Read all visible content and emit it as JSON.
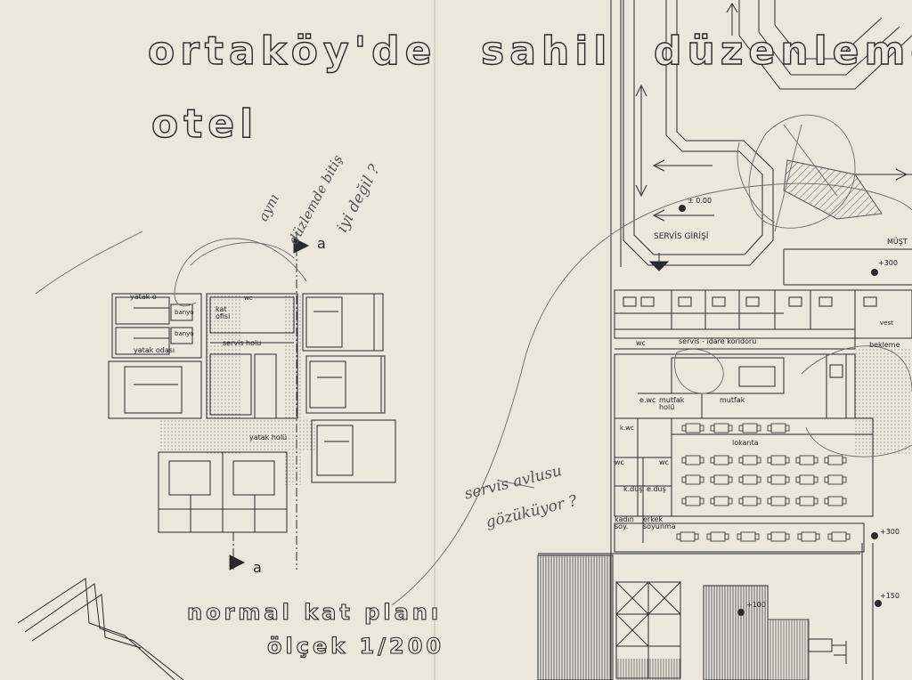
{
  "title": {
    "line1": {
      "word1": "ortaköy'de",
      "word2": "sahil",
      "word3": "düzenleme"
    },
    "line2": "otel"
  },
  "plan_caption": {
    "name": "normal kat planı",
    "scale": "ölçek 1/200"
  },
  "section_marks": {
    "top": "a",
    "bottom": "a"
  },
  "hotel_plan_labels": {
    "yatak_o": "yatak o",
    "banyo1": "banyo",
    "banyo2": "banyo",
    "yatak_odasi": "yatak odası",
    "kat_ofisi": "kat ofisi",
    "wc": "wc",
    "servis_holu": "servis holu",
    "yatak_holu": "yatak holü"
  },
  "site_plan_labels": {
    "servis_girisi": "SERVİS GİRİŞİ",
    "level_000": "± 0.00",
    "mus": "MÜŞT",
    "level_300a": "+300",
    "wc": "wc",
    "servis_idare": "servis - idare koridoru",
    "vest": "vest",
    "bekleme": "bekleme",
    "e_wc": "e.wc",
    "mutfak_holu": "mutfak holü",
    "mutfak": "mutfak",
    "kwc": "k.wc",
    "lokanta": "lokanta",
    "wc2": "wc",
    "wc3": "wc",
    "k_dus": "k.duş",
    "e_dus": "e.duş",
    "kadin_soy": "kadın soy.",
    "erkek_soyunma": "erkek soyunma",
    "level_300b": "+300",
    "level_150": "+150",
    "level_100": "+100"
  },
  "annotations": {
    "note1_line1": "aynı",
    "note1_line2": "düzlemde bitiş",
    "note1_line3": "iyi değil ?",
    "note2_line1": "servis avlusu",
    "note2_line2": "gözüküyor ?"
  },
  "colors": {
    "paper": "#ebe7dd",
    "ink": "#2a2a2a",
    "pencil": "#6a6a6a",
    "hatch": "#5b5b5b"
  }
}
